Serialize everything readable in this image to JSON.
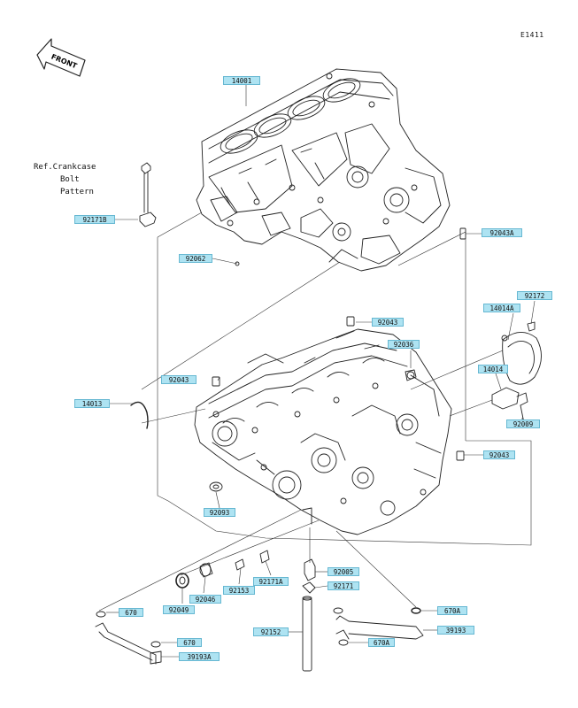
{
  "diagram_id": "E1411",
  "front_badge": "FRONT",
  "reference_note": {
    "line1": "Ref.Crankcase",
    "line2": "Bolt",
    "line3": "Pattern"
  },
  "callouts": [
    {
      "id": "c-14001",
      "label": "14001"
    },
    {
      "id": "c-92171b",
      "label": "92171B"
    },
    {
      "id": "c-92062",
      "label": "92062"
    },
    {
      "id": "c-92043a",
      "label": "92043A"
    },
    {
      "id": "c-92172",
      "label": "92172"
    },
    {
      "id": "c-14014a",
      "label": "14014A"
    },
    {
      "id": "c-92043-top",
      "label": "92043"
    },
    {
      "id": "c-92036",
      "label": "92036"
    },
    {
      "id": "c-92043-left",
      "label": "92043"
    },
    {
      "id": "c-14013",
      "label": "14013"
    },
    {
      "id": "c-14014",
      "label": "14014"
    },
    {
      "id": "c-92009",
      "label": "92009"
    },
    {
      "id": "c-92043-right",
      "label": "92043"
    },
    {
      "id": "c-92093",
      "label": "92093"
    },
    {
      "id": "c-92005",
      "label": "92005"
    },
    {
      "id": "c-92171a",
      "label": "92171A"
    },
    {
      "id": "c-92153",
      "label": "92153"
    },
    {
      "id": "c-92171",
      "label": "92171"
    },
    {
      "id": "c-92046",
      "label": "92046"
    },
    {
      "id": "c-670",
      "label": "670"
    },
    {
      "id": "c-92049",
      "label": "92049"
    },
    {
      "id": "c-670a-right",
      "label": "670A"
    },
    {
      "id": "c-92152",
      "label": "92152"
    },
    {
      "id": "c-39193",
      "label": "39193"
    },
    {
      "id": "c-670-lower",
      "label": "670"
    },
    {
      "id": "c-670a-lower",
      "label": "670A"
    },
    {
      "id": "c-39193a",
      "label": "39193A"
    }
  ]
}
